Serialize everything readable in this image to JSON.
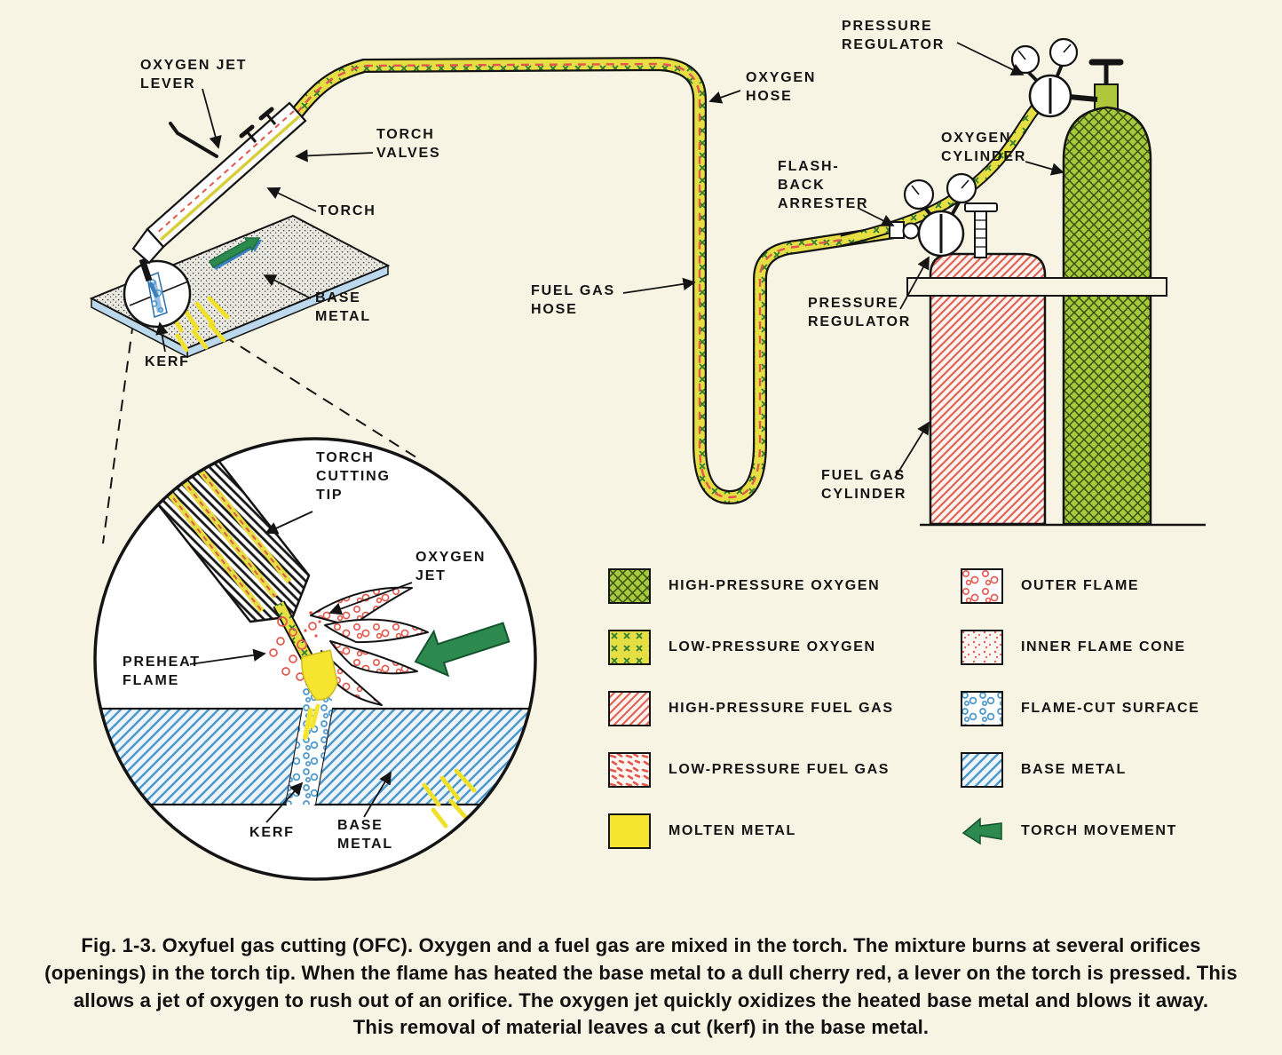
{
  "figure": {
    "caption_lines": [
      "Fig. 1-3.  Oxyfuel gas cutting (OFC). Oxygen and a fuel gas are mixed in the torch. The mixture burns at several orifices",
      "(openings) in the torch tip. When the flame has heated the base metal to a dull cherry red, a lever on the torch is pressed. This",
      "allows a jet of oxygen to rush out of an orifice. The oxygen jet quickly oxidizes the heated base metal and blows it away.",
      "This removal of material leaves a cut (kerf) in the base metal."
    ]
  },
  "diagram_labels": {
    "oxygen_jet_lever": "OXYGEN JET\nLEVER",
    "torch_valves": "TORCH\nVALVES",
    "torch": "TORCH",
    "base_metal": "BASE\nMETAL",
    "kerf": "KERF",
    "oxygen_hose": "OXYGEN\nHOSE",
    "fuel_gas_hose": "FUEL GAS\nHOSE",
    "pressure_regulator_oxygen": "PRESSURE\nREGULATOR",
    "oxygen_cylinder": "OXYGEN\nCYLINDER",
    "flash_back_arrester": "FLASH-\nBACK\nARRESTER",
    "pressure_regulator_fuel": "PRESSURE\nREGULATOR",
    "fuel_gas_cylinder": "FUEL GAS\nCYLINDER",
    "torch_cutting_tip": "TORCH\nCUTTING\nTIP",
    "oxygen_jet": "OXYGEN\nJET",
    "preheat_flame": "PREHEAT\nFLAME",
    "kerf_detail": "KERF",
    "base_metal_detail": "BASE\nMETAL"
  },
  "legend": {
    "left": [
      {
        "key": "high_pressure_oxygen",
        "label": "HIGH-PRESSURE OXYGEN"
      },
      {
        "key": "low_pressure_oxygen",
        "label": "LOW-PRESSURE OXYGEN"
      },
      {
        "key": "high_pressure_fuel_gas",
        "label": "HIGH-PRESSURE FUEL GAS"
      },
      {
        "key": "low_pressure_fuel_gas",
        "label": "LOW-PRESSURE FUEL GAS"
      },
      {
        "key": "molten_metal",
        "label": "MOLTEN METAL"
      }
    ],
    "right": [
      {
        "key": "outer_flame",
        "label": "OUTER FLAME"
      },
      {
        "key": "inner_flame_cone",
        "label": "INNER FLAME CONE"
      },
      {
        "key": "flame_cut_surface",
        "label": "FLAME-CUT SURFACE"
      },
      {
        "key": "base_metal",
        "label": "BASE METAL"
      },
      {
        "key": "torch_movement",
        "label": "TORCH MOVEMENT"
      }
    ]
  },
  "colors": {
    "background": "#f8f4e4",
    "line": "#141414",
    "high_pressure_oxygen_green": "#a9c83c",
    "low_pressure_oxygen_yellow": "#e6df43",
    "fuel_gas_red": "#e2574c",
    "base_metal_blue": "#4a97cc",
    "molten_metal_yellow": "#f5e52e",
    "torch_movement_green": "#2d8a4e"
  }
}
